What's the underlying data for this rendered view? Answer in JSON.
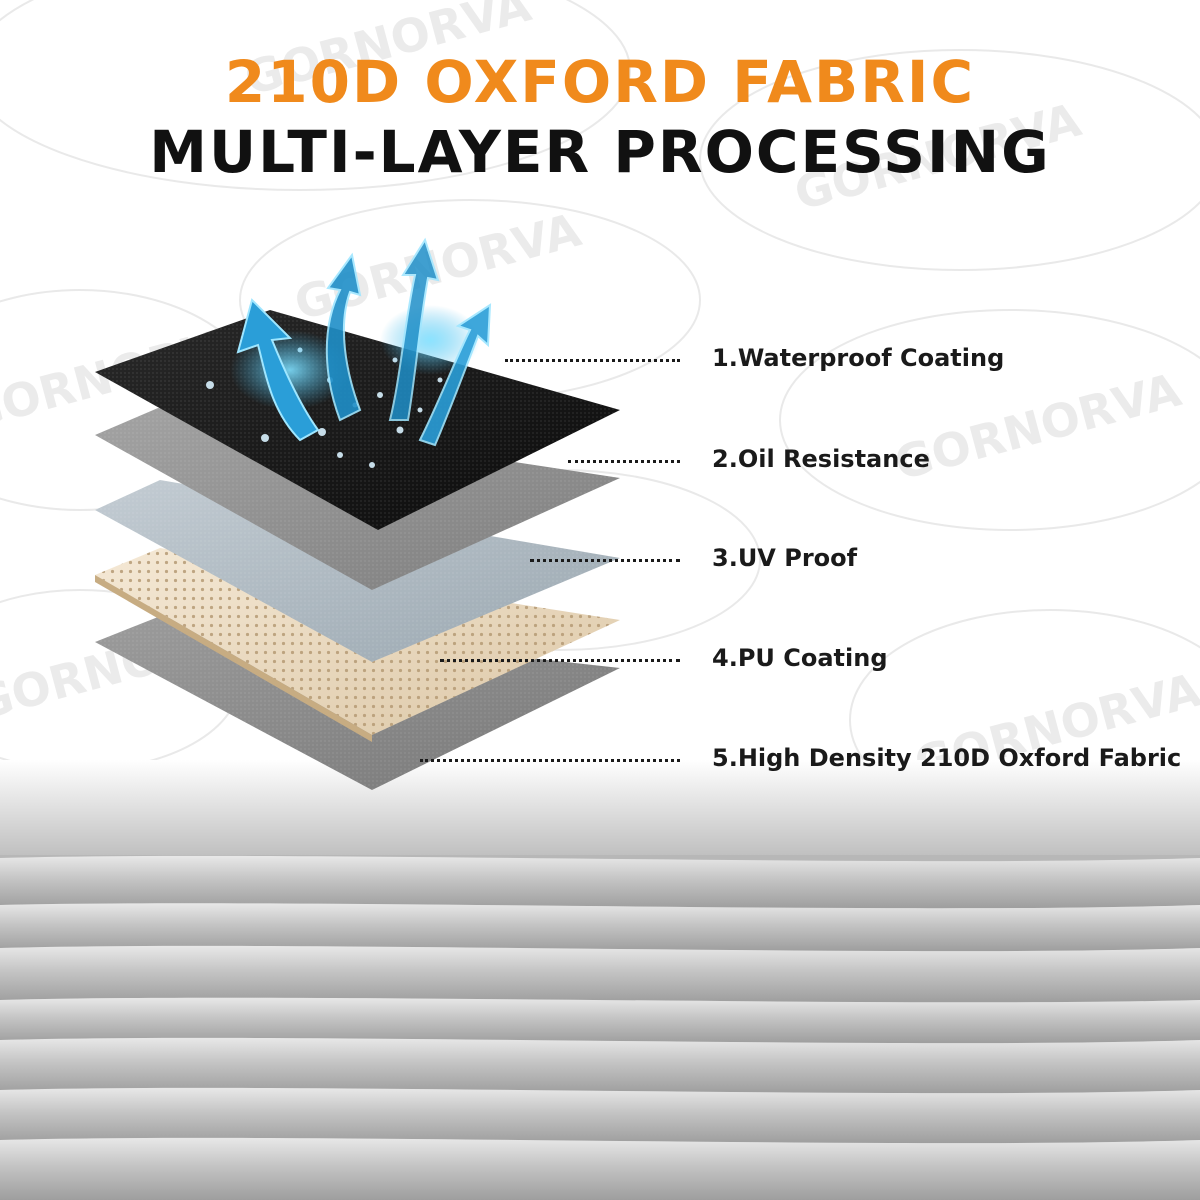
{
  "title": {
    "line1": "210D OXFORD FABRIC",
    "line2": "MULTI-LAYER PROCESSING"
  },
  "watermark": "GORNORVA",
  "layers": [
    {
      "label": "1.Waterproof Coating"
    },
    {
      "label": "2.Oil Resistance"
    },
    {
      "label": "3.UV Proof"
    },
    {
      "label": "4.PU Coating"
    },
    {
      "label": "5.High Density 210D Oxford Fabric"
    }
  ],
  "colors": {
    "title_accent": "#f08a1c",
    "title_dark": "#111111",
    "layer_top": "#111111",
    "layer_grey": "#8f8f8f",
    "layer_blue_grey": "#a9b6c0",
    "layer_beige": "#ecdcc3",
    "layer_bottom": "#8a8a8a",
    "arrow_glow": "#3fb6e8",
    "fabric_silver": "#c9c9c9"
  }
}
